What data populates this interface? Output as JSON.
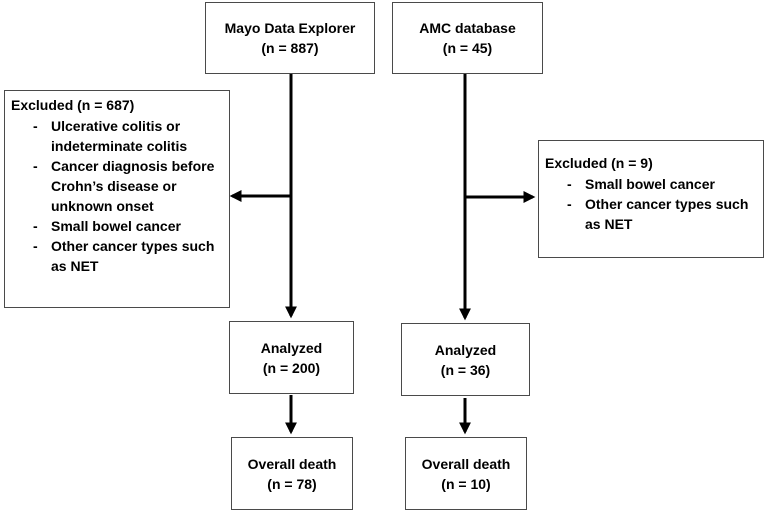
{
  "left_column": {
    "source": {
      "title": "Mayo Data Explorer",
      "count": "(n = 887)"
    },
    "excluded": {
      "title": "Excluded (n = 687)",
      "items": [
        "Ulcerative colitis or indeterminate colitis",
        "Cancer diagnosis before Crohn’s disease or unknown onset",
        "Small bowel cancer",
        "Other cancer types such as NET"
      ]
    },
    "analyzed": {
      "title": "Analyzed",
      "count": "(n = 200)"
    },
    "outcome": {
      "title": "Overall death",
      "count": "(n = 78)"
    }
  },
  "right_column": {
    "source": {
      "title": "AMC database",
      "count": "(n = 45)"
    },
    "excluded": {
      "title": "Excluded (n = 9)",
      "items": [
        "Small bowel cancer",
        "Other cancer types such as NET"
      ]
    },
    "analyzed": {
      "title": "Analyzed",
      "count": "(n = 36)"
    },
    "outcome": {
      "title": "Overall death",
      "count": "(n = 10)"
    }
  },
  "line_color": "#000000",
  "border_color": "#4a4a4a"
}
